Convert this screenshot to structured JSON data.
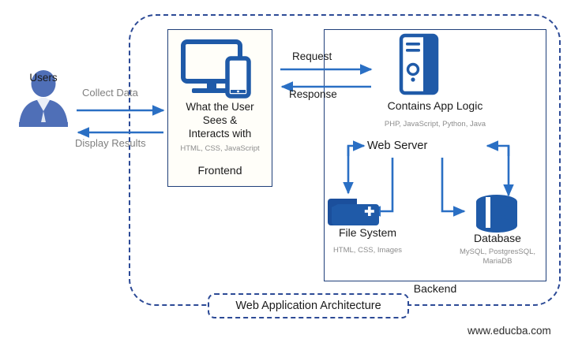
{
  "diagram": {
    "title": "Web Application Architecture",
    "watermark": "www.educba.com",
    "colors": {
      "accent_dark_blue": "#1f5aa8",
      "dashed_border": "#2c4a96",
      "panel_border": "#1f3f7a",
      "user_icon_blue": "#4f6fb7",
      "gray_label": "#7f7f7f",
      "tech_gray": "#8d8d8d",
      "arrow_blue": "#2a6fc4"
    },
    "actor": {
      "label": "Users",
      "icon": "user-person-icon"
    },
    "flows_left": [
      {
        "label": "Collect Data",
        "direction": "right"
      },
      {
        "label": "Display Results",
        "direction": "left"
      }
    ],
    "flows_middle": [
      {
        "label": "Request",
        "direction": "right"
      },
      {
        "label": "Response",
        "direction": "left"
      }
    ],
    "frontend": {
      "icon": "desktop-mobile-devices-icon",
      "description_lines": [
        "What the User",
        "Sees &",
        "Interacts with"
      ],
      "technologies": "HTML, CSS, JavaScript",
      "panel_label": "Frontend"
    },
    "backend": {
      "panel_label": "Backend",
      "app_logic": {
        "icon": "server-tower-icon",
        "title": "Contains App Logic",
        "technologies": "PHP, JavaScript, Python, Java"
      },
      "web_server": {
        "title": "Web Server"
      },
      "file_system": {
        "icon": "folder-plus-icon",
        "title": "File System",
        "technologies": "HTML, CSS, Images"
      },
      "database": {
        "icon": "database-cylinder-icon",
        "title": "Database",
        "technologies_line1": "MySQL, PostgresSQL,",
        "technologies_line2": "MariaDB"
      }
    }
  }
}
